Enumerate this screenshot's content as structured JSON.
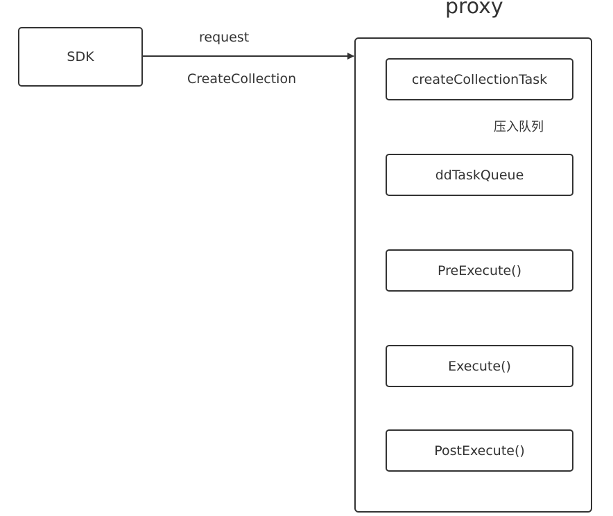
{
  "sdk": {
    "label": "SDK"
  },
  "request_arrow": {
    "top_label": "request",
    "bottom_label": "CreateCollection"
  },
  "proxy": {
    "title": "proxy",
    "steps": [
      {
        "label": "createCollectionTask"
      },
      {
        "label": "ddTaskQueue"
      },
      {
        "label": "PreExecute()"
      },
      {
        "label": "Execute()"
      },
      {
        "label": "PostExecute()"
      }
    ],
    "enqueue_label": "压入队列"
  },
  "colors": {
    "stroke": "#333333",
    "text": "#333333",
    "background": "#ffffff"
  }
}
